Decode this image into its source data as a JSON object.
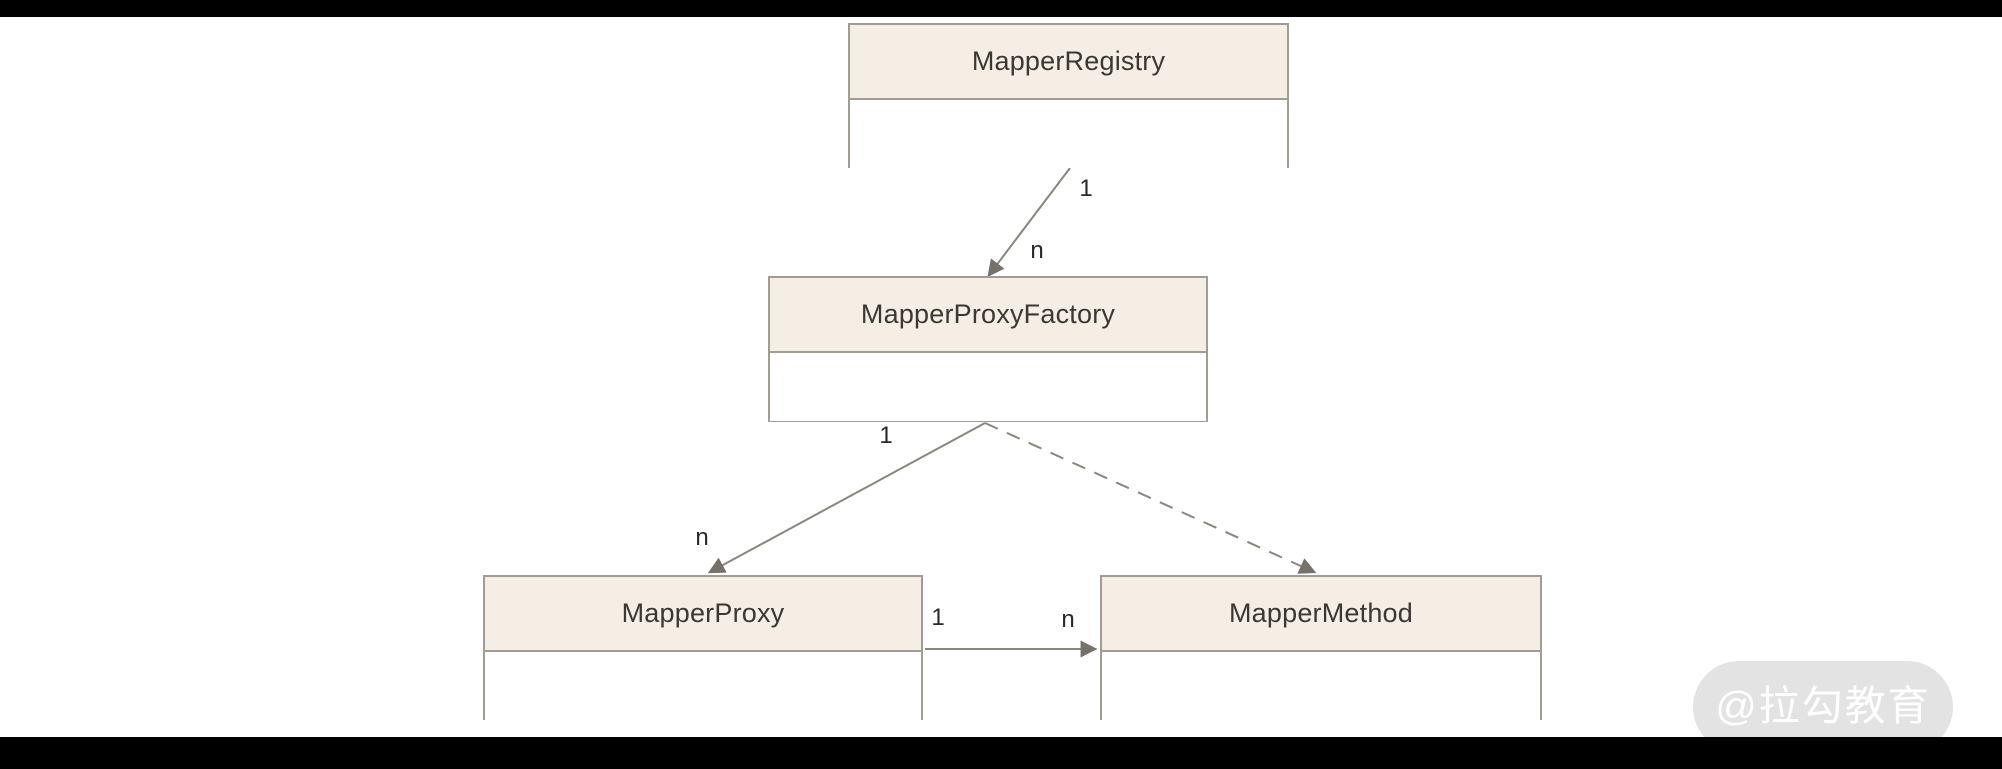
{
  "scene": {
    "kind": "uml-class-diagram",
    "background": "#000000",
    "canvas_background": "#ffffff"
  },
  "diagram": {
    "classes": [
      {
        "name": "MapperRegistry"
      },
      {
        "name": "MapperProxyFactory"
      },
      {
        "name": "MapperProxy"
      },
      {
        "name": "MapperMethod"
      }
    ],
    "connectors": [
      {
        "from": "MapperRegistry",
        "to": "MapperProxyFactory",
        "line": "solid",
        "arrow": "target",
        "source_label": "1",
        "target_label": "n"
      },
      {
        "from": "MapperProxyFactory",
        "to": "MapperProxy",
        "line": "solid",
        "arrow": "target",
        "source_label": "1",
        "target_label": "n"
      },
      {
        "from": "MapperProxyFactory",
        "to": "MapperMethod",
        "line": "dashed",
        "arrow": "target",
        "source_label": "",
        "target_label": ""
      },
      {
        "from": "MapperProxy",
        "to": "MapperMethod",
        "line": "solid",
        "arrow": "target",
        "source_label": "1",
        "target_label": "n"
      }
    ]
  },
  "watermark": {
    "text": "@拉勾教育",
    "pill_color": "#e3e3e3",
    "text_color": "#ffffff"
  },
  "colors": {
    "class_header_fill": "#f4eee5",
    "class_body_fill": "#ffffff",
    "class_border": "#a29d94",
    "class_title_text": "#3b3733",
    "connector_line": "#8a857d",
    "arrowhead": "#76716b",
    "multiplicity_text": "#2b2825"
  }
}
